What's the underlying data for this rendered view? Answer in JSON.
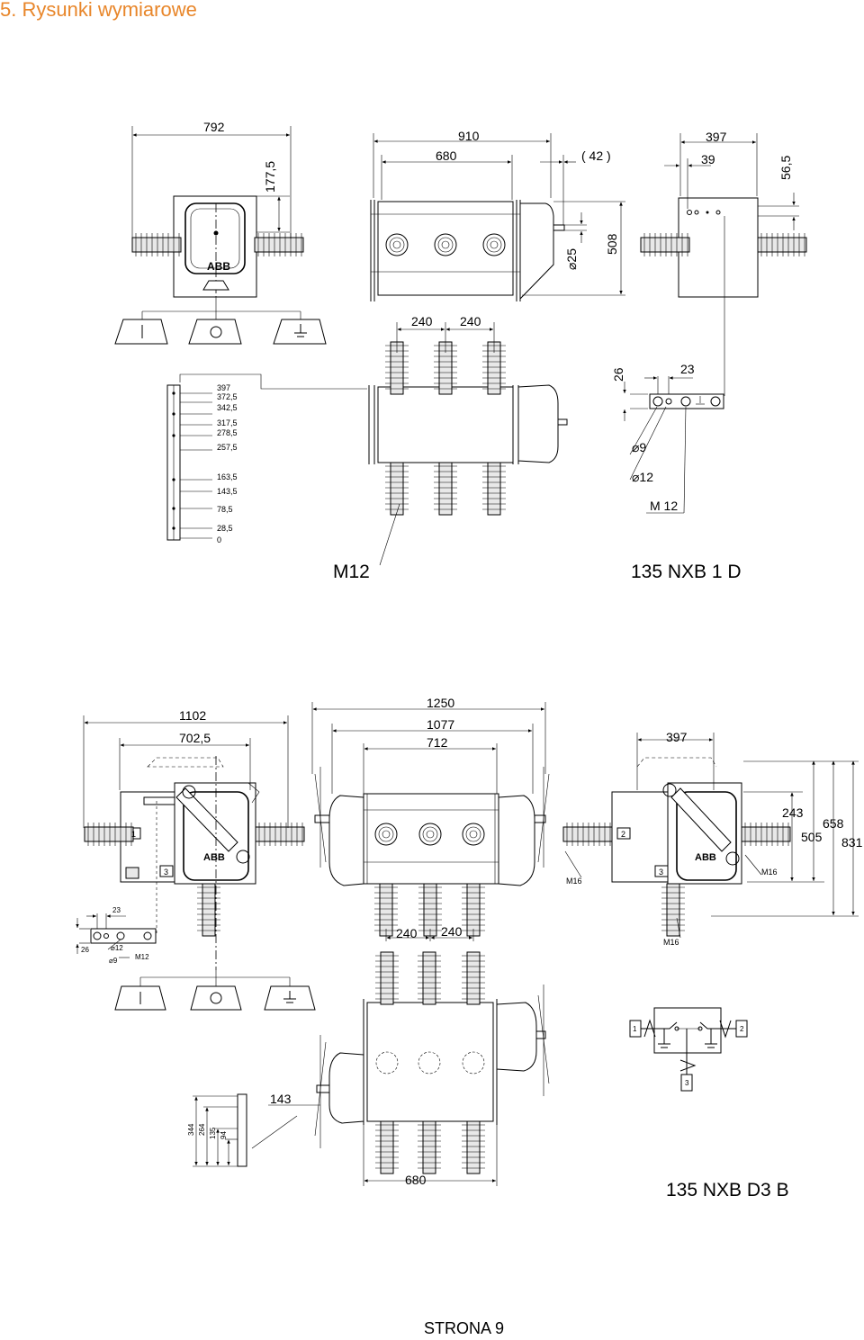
{
  "header": {
    "title": "5. Rysunki wymiarowe"
  },
  "figure1": {
    "front": {
      "w_792": "792",
      "h_177": "177,5",
      "logo": "ABB"
    },
    "side": {
      "w_910": "910",
      "w_680": "680",
      "w_42": "( 42 )",
      "d_25": "⌀25",
      "h_508": "508"
    },
    "right": {
      "w_397": "397",
      "w_39": "39",
      "h_56": "56,5"
    },
    "top": {
      "p1": "240",
      "p2": "240"
    },
    "scale": [
      "397",
      "372,5",
      "342,5",
      "317,5",
      "278,5",
      "257,5",
      "163,5",
      "143,5",
      "78,5",
      "28,5",
      "0"
    ],
    "bar": {
      "d26": "26",
      "d23": "23",
      "d9": "⌀9",
      "d12": "⌀12",
      "m12": "M 12"
    },
    "callout": "M12",
    "model": "135 NXB 1 D"
  },
  "figure2": {
    "front": {
      "w_1102": "1102",
      "w_702": "702,5",
      "n1": "1",
      "n3": "3",
      "logo": "ABB"
    },
    "side": {
      "w_1250": "1250",
      "w_1077": "1077",
      "w_712": "712"
    },
    "right": {
      "w_397": "397",
      "h_243": "243",
      "h_505": "505",
      "h_658": "658",
      "h_831": "831",
      "n2": "2",
      "n3": "3",
      "m16a": "M16",
      "m16b": "M16",
      "m16c": "M16",
      "logo": "ABB"
    },
    "bar": {
      "d23": "23",
      "d26": "26",
      "d12": "⌀12",
      "d9": "⌀9",
      "m12": "M12"
    },
    "bottom": {
      "p1": "240",
      "p2": "240",
      "d143": "143",
      "w680": "680",
      "v344": "344",
      "v264": "264",
      "v135": "135",
      "v94": "94"
    },
    "schematic": {
      "n1": "1",
      "n2": "2",
      "n3": "3"
    },
    "model": "135 NXB D3 B"
  },
  "footer": {
    "page": "STRONA 9"
  },
  "colors": {
    "title": "#e8862a",
    "ink": "#000000"
  }
}
